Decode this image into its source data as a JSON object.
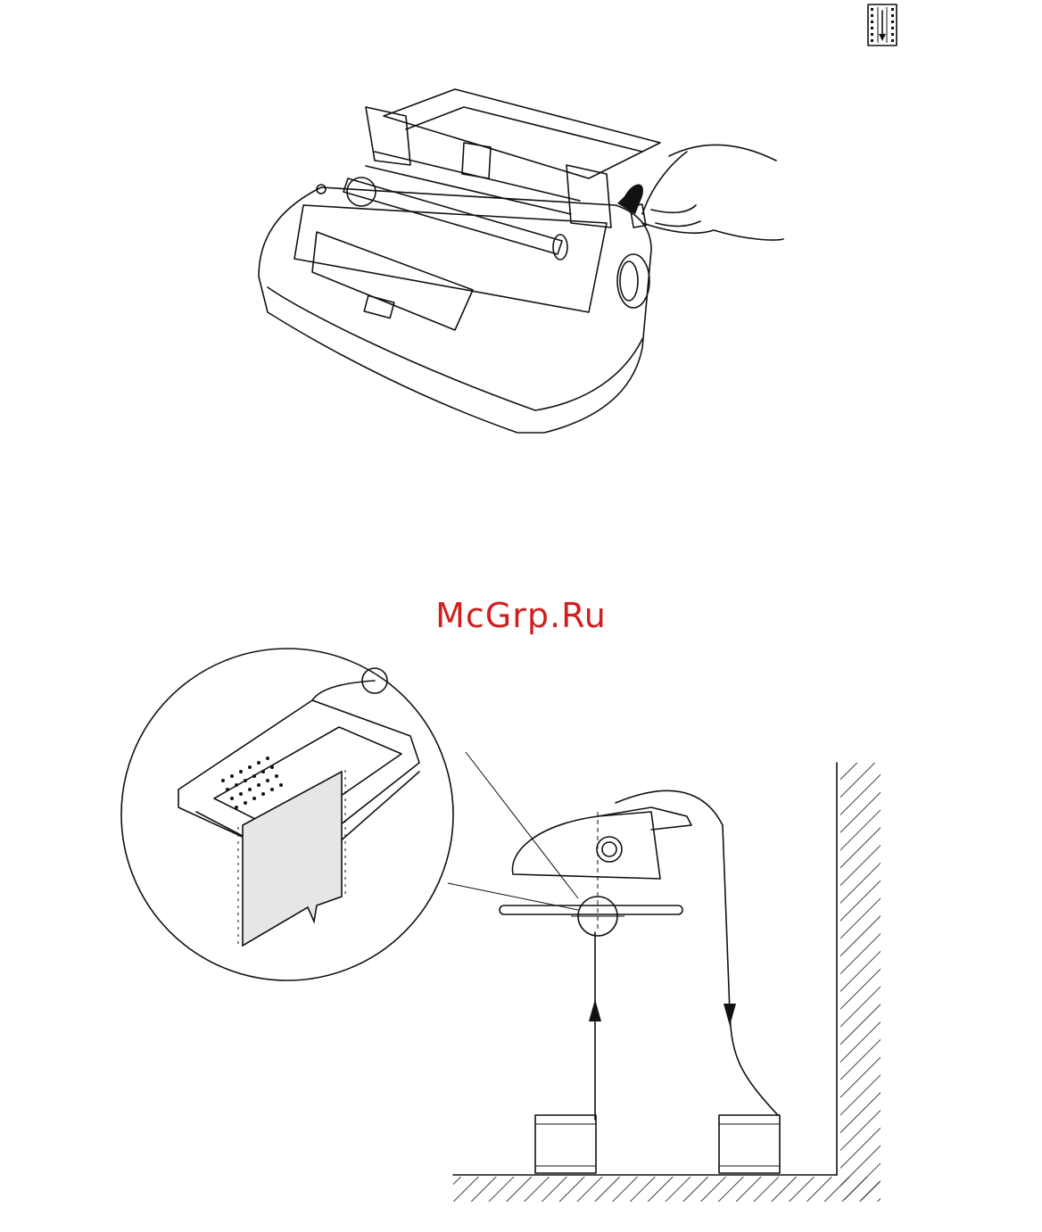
{
  "watermark": {
    "text": "McGrp.Ru",
    "color": "#d11f1f"
  },
  "icons": {
    "page_corner": "paper-feed-direction-icon",
    "load_arrow": "curved-arrow-icon"
  },
  "figures": [
    {
      "name": "printer-tractor-lever-illustration"
    },
    {
      "name": "bottom-feed-paper-path-diagram"
    }
  ]
}
